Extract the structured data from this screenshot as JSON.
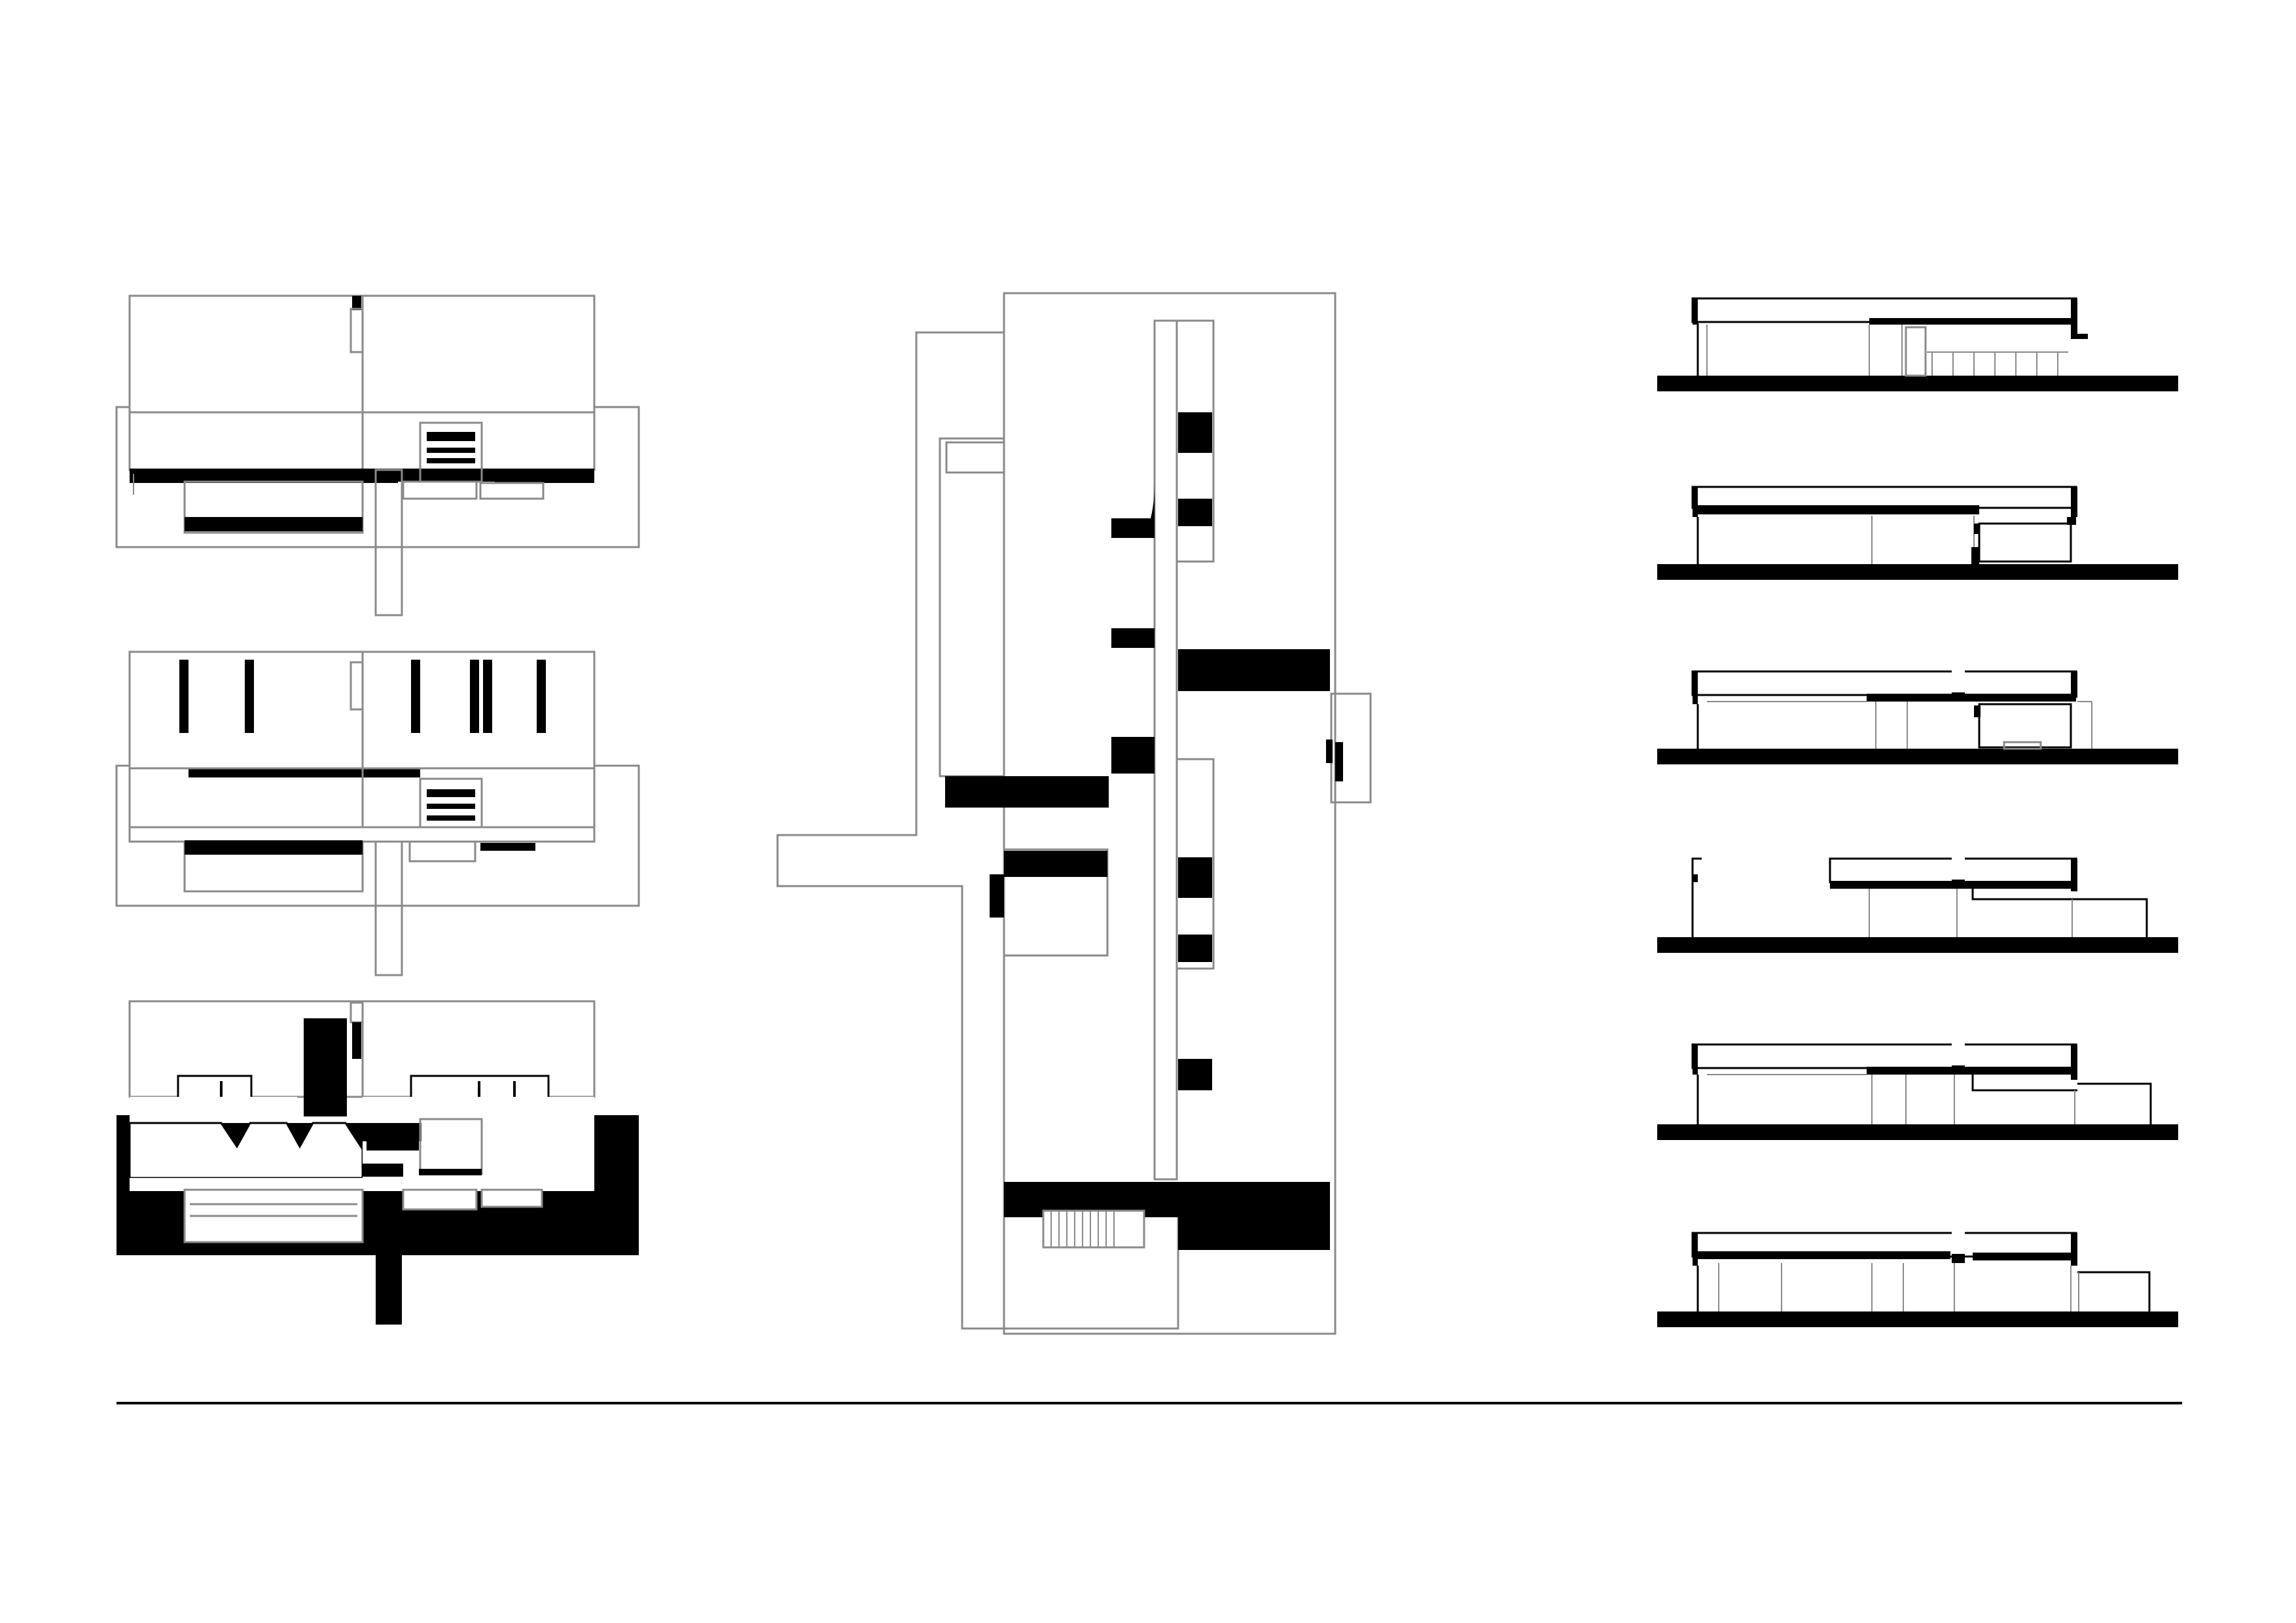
{
  "sheet": {
    "background": "#ffffff",
    "ink": "#000000",
    "line": "#8a8a8a"
  },
  "drawings": {
    "plans_column": {
      "count": 3
    },
    "site_plan": {
      "count": 1
    },
    "sections_column": {
      "count": 6
    }
  }
}
